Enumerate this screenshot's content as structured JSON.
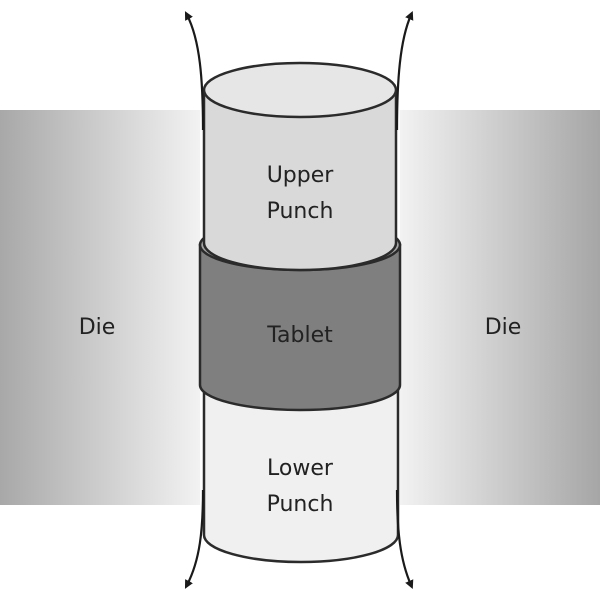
{
  "labels": {
    "left_die": "Die",
    "right_die": "Die",
    "upper_punch_line1": "Upper",
    "upper_punch_line2": "Punch",
    "tablet": "Tablet",
    "lower_punch_line1": "Lower",
    "lower_punch_line2": "Punch"
  },
  "colors": {
    "upper_punch_fill": "#d9d9d9",
    "upper_punch_top": "#e6e6e6",
    "tablet_fill": "#7f7f7f",
    "tablet_top": "#a6a6a6",
    "lower_punch_fill": "#f0f0f0",
    "die_light": "#f2f2f2",
    "die_dark": "#a6a6a6",
    "outline": "#2b2b2b"
  }
}
